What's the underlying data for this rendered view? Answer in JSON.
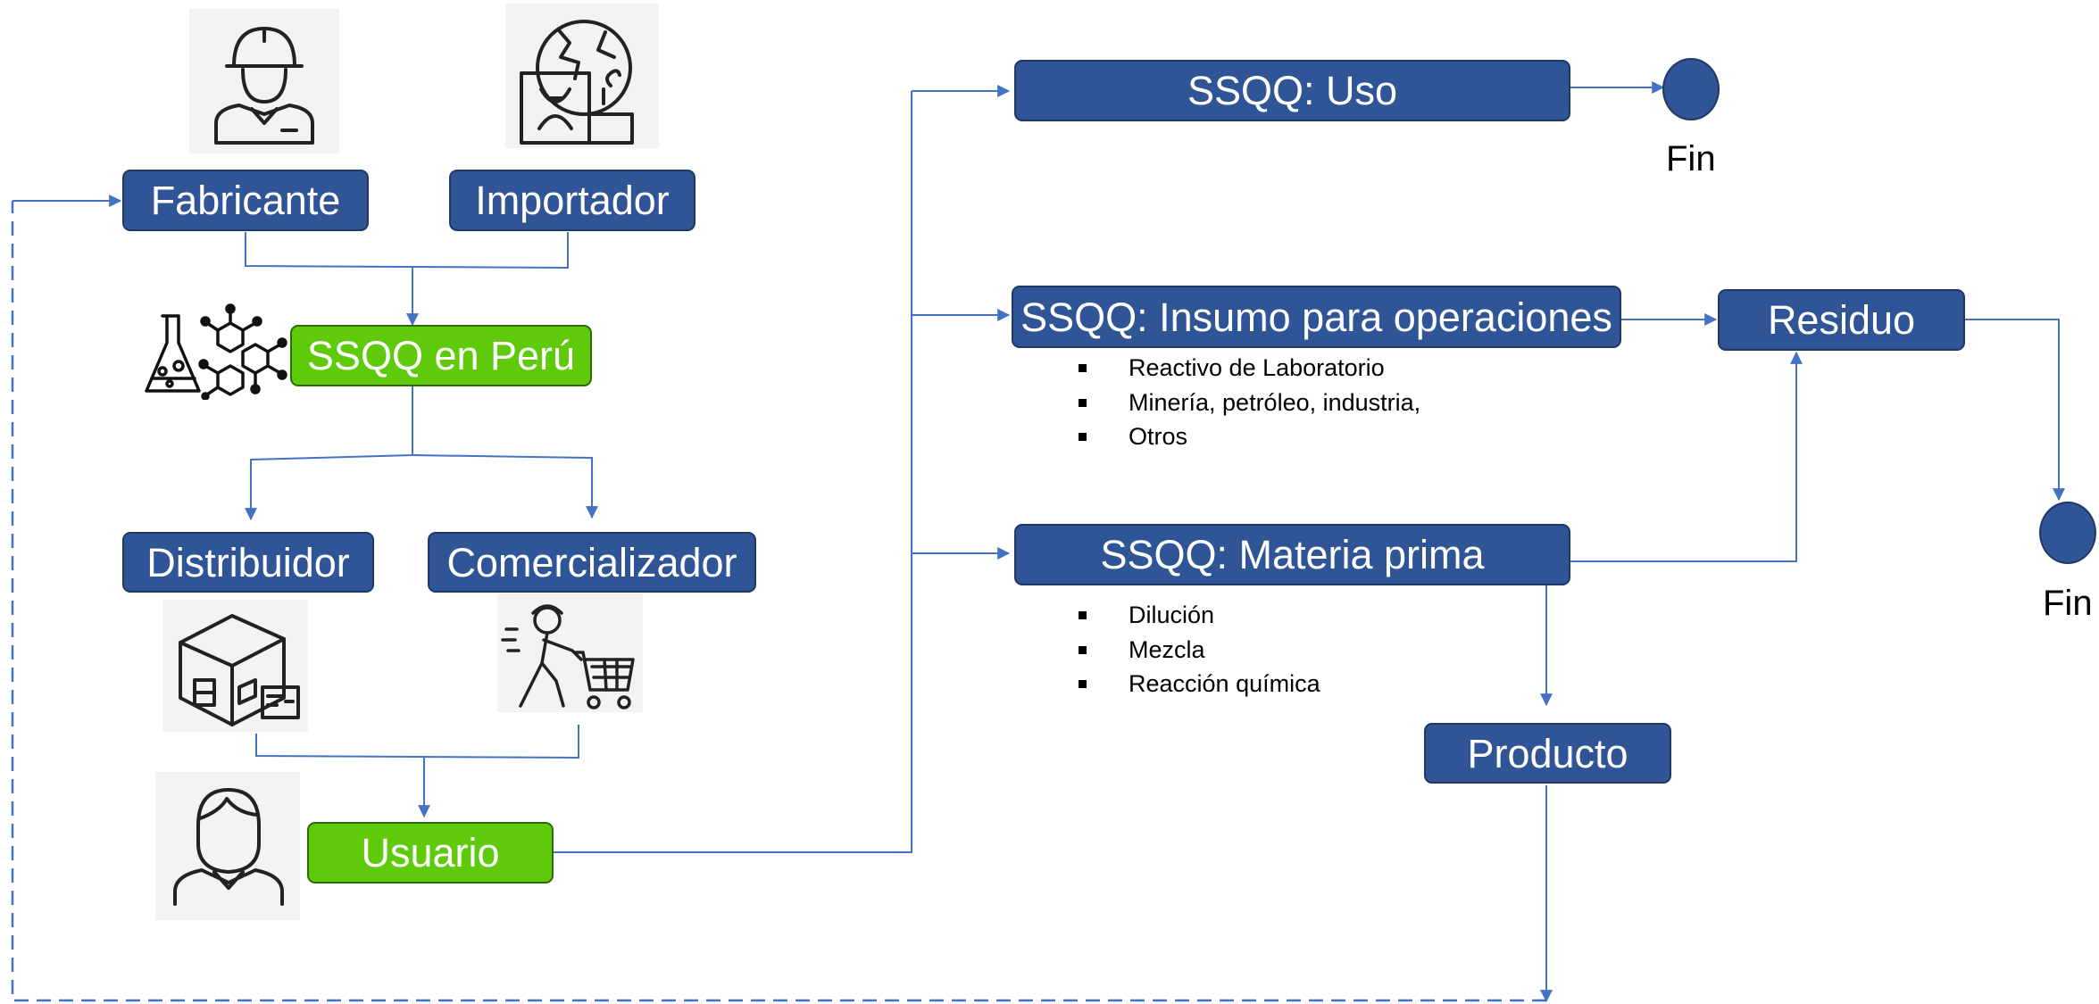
{
  "nodes": {
    "fabricante": "Fabricante",
    "importador": "Importador",
    "ssqq_peru": "SSQQ en Perú",
    "distribuidor": "Distribuidor",
    "comercializador": "Comercializador",
    "usuario": "Usuario",
    "ssqq_uso": "SSQQ: Uso",
    "ssqq_insumo": "SSQQ: Insumo para operaciones",
    "ssqq_materia": "SSQQ: Materia prima",
    "residuo": "Residuo",
    "producto": "Producto"
  },
  "end_labels": {
    "fin_1": "Fin",
    "fin_2": "Fin"
  },
  "insumo_items": [
    "Reactivo de Laboratorio",
    "Minería, petróleo, industria,",
    "Otros"
  ],
  "materia_items": [
    "Dilución",
    "Mezcla",
    "Reacción química"
  ],
  "colors": {
    "box_blue": "#2f5597",
    "box_green": "#5fca0a",
    "connector": "#4472c4"
  },
  "icons": {
    "fabricante": "worker-with-helmet-icon",
    "importador": "globe-with-shipping-box-icon",
    "ssqq": "lab-flask-and-molecule-icon",
    "distribuidor": "warehouse-icon",
    "comercializador": "person-pushing-cart-icon",
    "usuario": "user-avatar-icon"
  }
}
